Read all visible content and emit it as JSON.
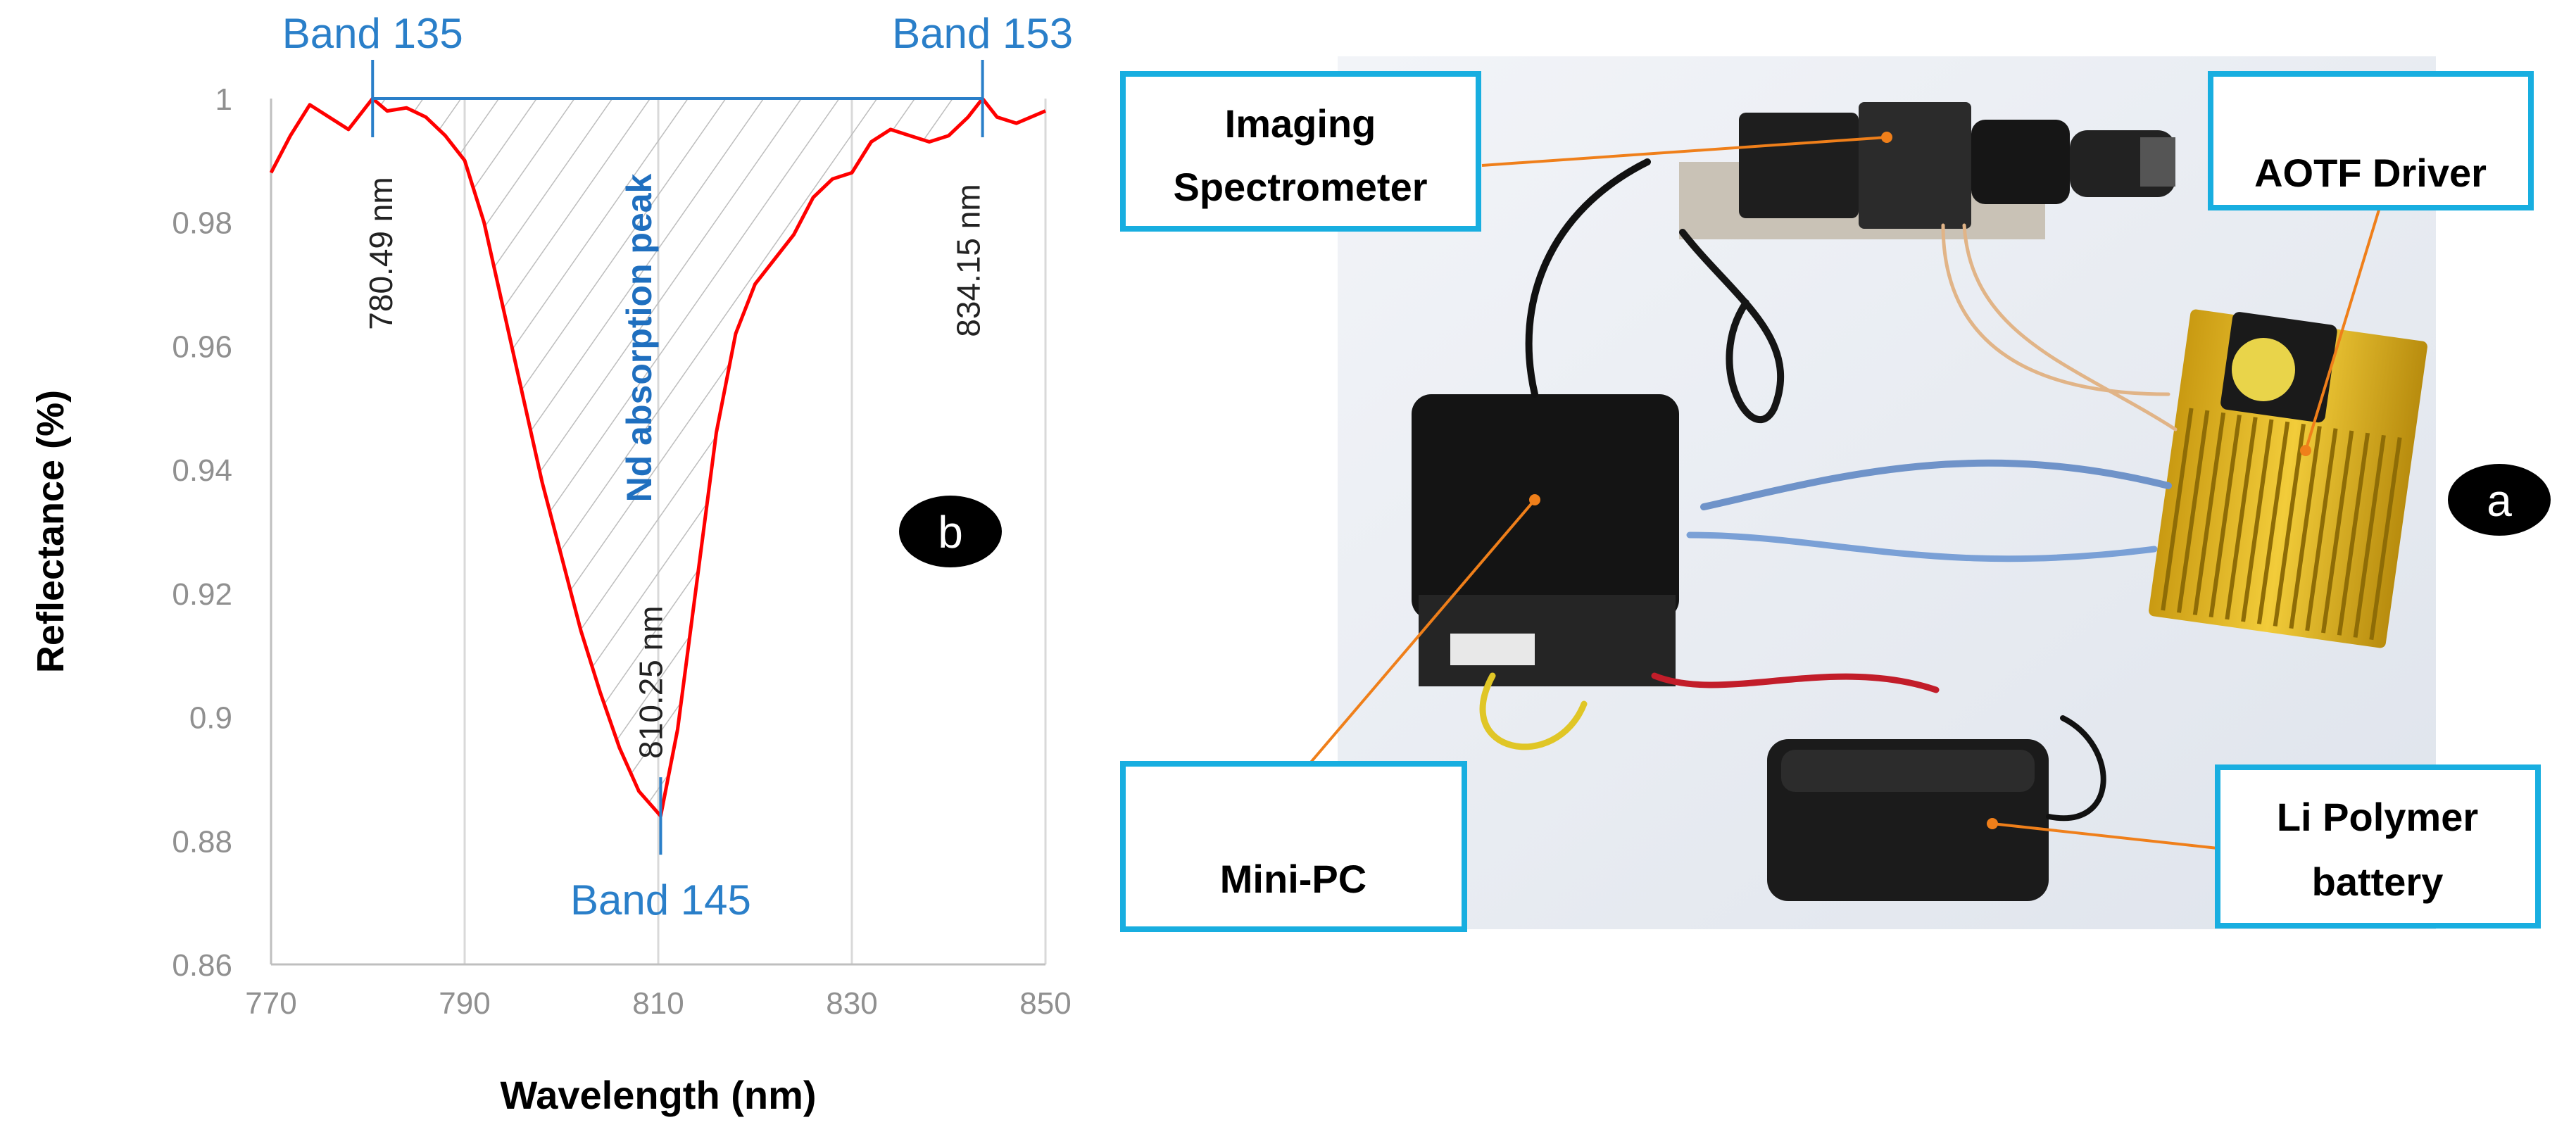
{
  "chart_data": {
    "type": "line",
    "xlabel": "Wavelength (nm)",
    "ylabel": "Reflectance (%)",
    "xlim": [
      770,
      850
    ],
    "ylim": [
      0.86,
      1.0
    ],
    "x_ticks": [
      "770",
      "790",
      "810",
      "830",
      "850"
    ],
    "y_ticks": [
      "0.86",
      "0.88",
      "0.9",
      "0.92",
      "0.94",
      "0.96",
      "0.98",
      "1"
    ],
    "grid": "vertical",
    "series": [
      {
        "color": "#ff0000",
        "x": [
          770,
          772,
          774,
          776,
          778,
          780.49,
          782,
          784,
          786,
          788,
          790,
          792,
          794,
          796,
          798,
          800,
          802,
          804,
          806,
          808,
          810.25,
          812,
          814,
          816,
          818,
          820,
          822,
          824,
          826,
          828,
          830,
          832,
          834,
          836,
          838,
          840,
          842,
          843.5,
          845,
          847,
          850
        ],
        "y": [
          0.988,
          0.994,
          0.999,
          0.997,
          0.995,
          1.0,
          0.998,
          0.9985,
          0.997,
          0.994,
          0.99,
          0.98,
          0.966,
          0.952,
          0.938,
          0.926,
          0.914,
          0.904,
          0.895,
          0.888,
          0.884,
          0.898,
          0.922,
          0.946,
          0.962,
          0.97,
          0.974,
          0.978,
          0.984,
          0.987,
          0.988,
          0.993,
          0.995,
          0.994,
          0.993,
          0.994,
          0.997,
          1.0,
          0.997,
          0.996,
          0.998
        ]
      }
    ],
    "bands": [
      {
        "label": "Band 135",
        "x": 780.49,
        "y": 1.0,
        "wavelength_label": "780.49 nm"
      },
      {
        "label": "Band 145",
        "x": 810.25,
        "y": 0.884,
        "wavelength_label": "810.25 nm"
      },
      {
        "label": "Band 153",
        "x": 834.15,
        "y": 1.0,
        "wavelength_label": "834.15 nm"
      }
    ],
    "annotation": "Nd absorption peak",
    "panel_label": "b"
  },
  "photo_panel": {
    "panel_label": "a",
    "labels": {
      "imaging_spectrometer_line1": "Imaging",
      "imaging_spectrometer_line2": "Spectrometer",
      "aotf_driver": "AOTF Driver",
      "mini_pc": "Mini-PC",
      "battery_line1": "Li Polymer",
      "battery_line2": "battery"
    }
  },
  "colors": {
    "curve": "#ff0000",
    "band_marker": "#2a7fc9",
    "annotation": "#1f6fbf",
    "label_border": "#18aee0",
    "leader_line": "#ef7f1a",
    "axis_text": "#909090",
    "grid": "#d9d9d9",
    "hatch": "#bdbdbd"
  }
}
